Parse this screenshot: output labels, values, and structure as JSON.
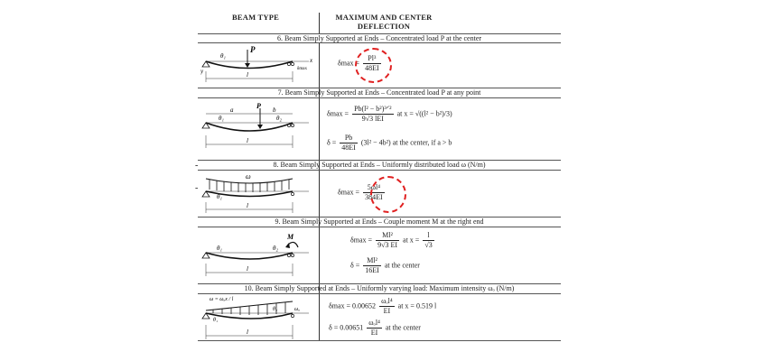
{
  "header": {
    "beam_type": "BEAM TYPE",
    "max_line1": "MAXIMUM AND CENTER",
    "max_line2": "DEFLECTION"
  },
  "rows": [
    {
      "title": "6. Beam Simply Supported at Ends – Concentrated load P at the center",
      "eq1": {
        "lhs": "δmax =",
        "num": "Pl³",
        "den": "48EI"
      },
      "diagram_labels": {
        "load": "P",
        "theta": "θ₁",
        "span": "l",
        "axis_x": "x",
        "axis_y": "y",
        "delta": "δmax"
      }
    },
    {
      "title": "7. Beam Simply Supported at Ends – Concentrated load P at any point",
      "eq1": {
        "lhs": "δmax =",
        "num": "Pb(l² − b²)³ᐟ²",
        "den": "9√3 lEI",
        "tail": "at x = √((l² − b²)/3)"
      },
      "eq2": {
        "lhs": "δ =",
        "num": "Pb",
        "den": "48EI",
        "tail": "(3l² − 4b²) at the center, if a > b"
      },
      "diagram_labels": {
        "load": "P",
        "a": "a",
        "b": "b",
        "theta1": "θ₁",
        "theta2": "θ₂",
        "span": "l"
      }
    },
    {
      "title": "8. Beam Simply Supported at Ends – Uniformly distributed load ω (N/m)",
      "eq1": {
        "lhs": "δmax =",
        "num": "5ωl⁴",
        "den": "384EI"
      },
      "diagram_labels": {
        "load": "ω",
        "theta": "θ₁",
        "span": "l"
      }
    },
    {
      "title": "9. Beam Simply Supported at Ends – Couple moment M at the right end",
      "eq1": {
        "lhs": "δmax =",
        "num": "Ml²",
        "den": "9√3 EI",
        "tail": "at x =",
        "tail_num": "l",
        "tail_den": "√3"
      },
      "eq2": {
        "lhs": "δ =",
        "num": "Ml²",
        "den": "16EI",
        "tail": "at the center"
      },
      "diagram_labels": {
        "moment": "M",
        "theta1": "θ₁",
        "theta2": "θ₂",
        "span": "l"
      }
    },
    {
      "title": "10. Beam Simply Supported at Ends – Uniformly varying load: Maximum intensity ωₒ (N/m)",
      "eq1": {
        "lhs": "δmax = 0.00652",
        "num": "ωₒl⁴",
        "den": "EI",
        "tail": "at x = 0.519 l"
      },
      "eq2": {
        "lhs": "δ = 0.00651",
        "num": "ωₒl⁴",
        "den": "EI",
        "tail": "at the center"
      },
      "diagram_labels": {
        "load": "ω = ωₒx / l",
        "wo": "ωₒ",
        "theta1": "θ₁",
        "theta2": "θ₂",
        "span": "l"
      }
    }
  ]
}
